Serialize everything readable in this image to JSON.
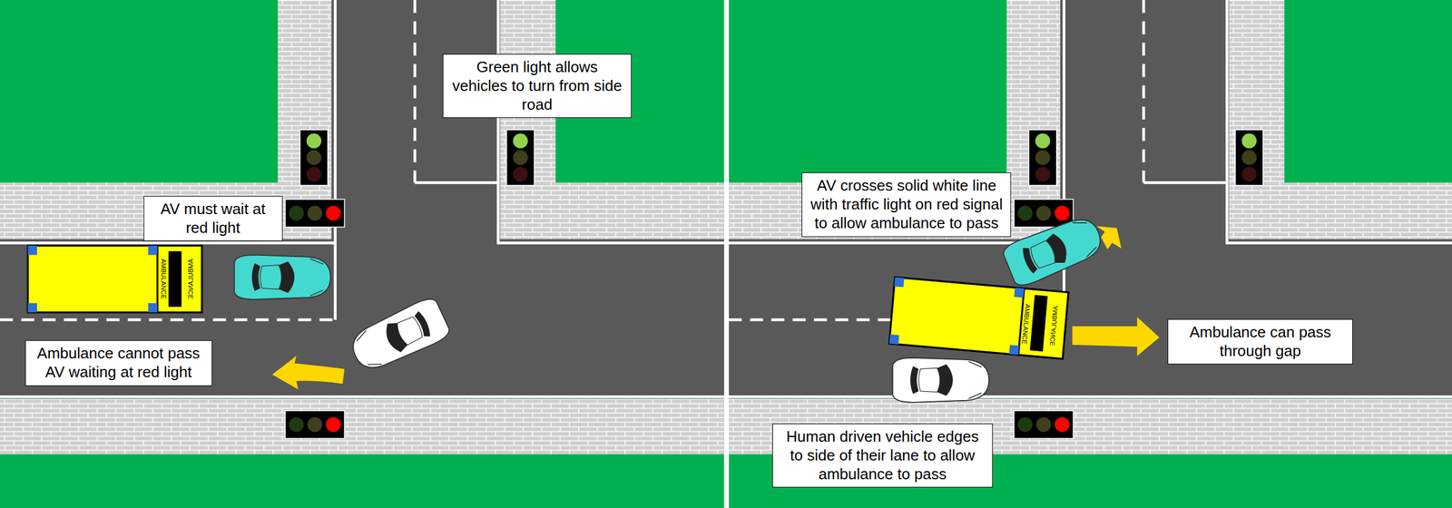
{
  "diagram": {
    "nodes": [
      {
        "text": [
          "Green light allows vehicles to turn from side road"
        ]
      },
      {
        "text": [
          "AV must wait at red light"
        ]
      },
      {
        "text": [
          "Ambulance cannot pass AV waiting at red light"
        ]
      },
      {
        "text": [
          "AV crosses solid white line with traffic light on red signal to allow ambulance to pass"
        ]
      },
      {
        "text": [
          "Ambulance can pass through gap"
        ]
      },
      {
        "text": [
          "Human driven vehicle edges to side of their lane to allow ambulance to pass"
        ]
      }
    ],
    "labels": [
      "AMBULANCE",
      "AMBULANCE",
      "AMBULANCE",
      "AMBULANCE"
    ]
  }
}
